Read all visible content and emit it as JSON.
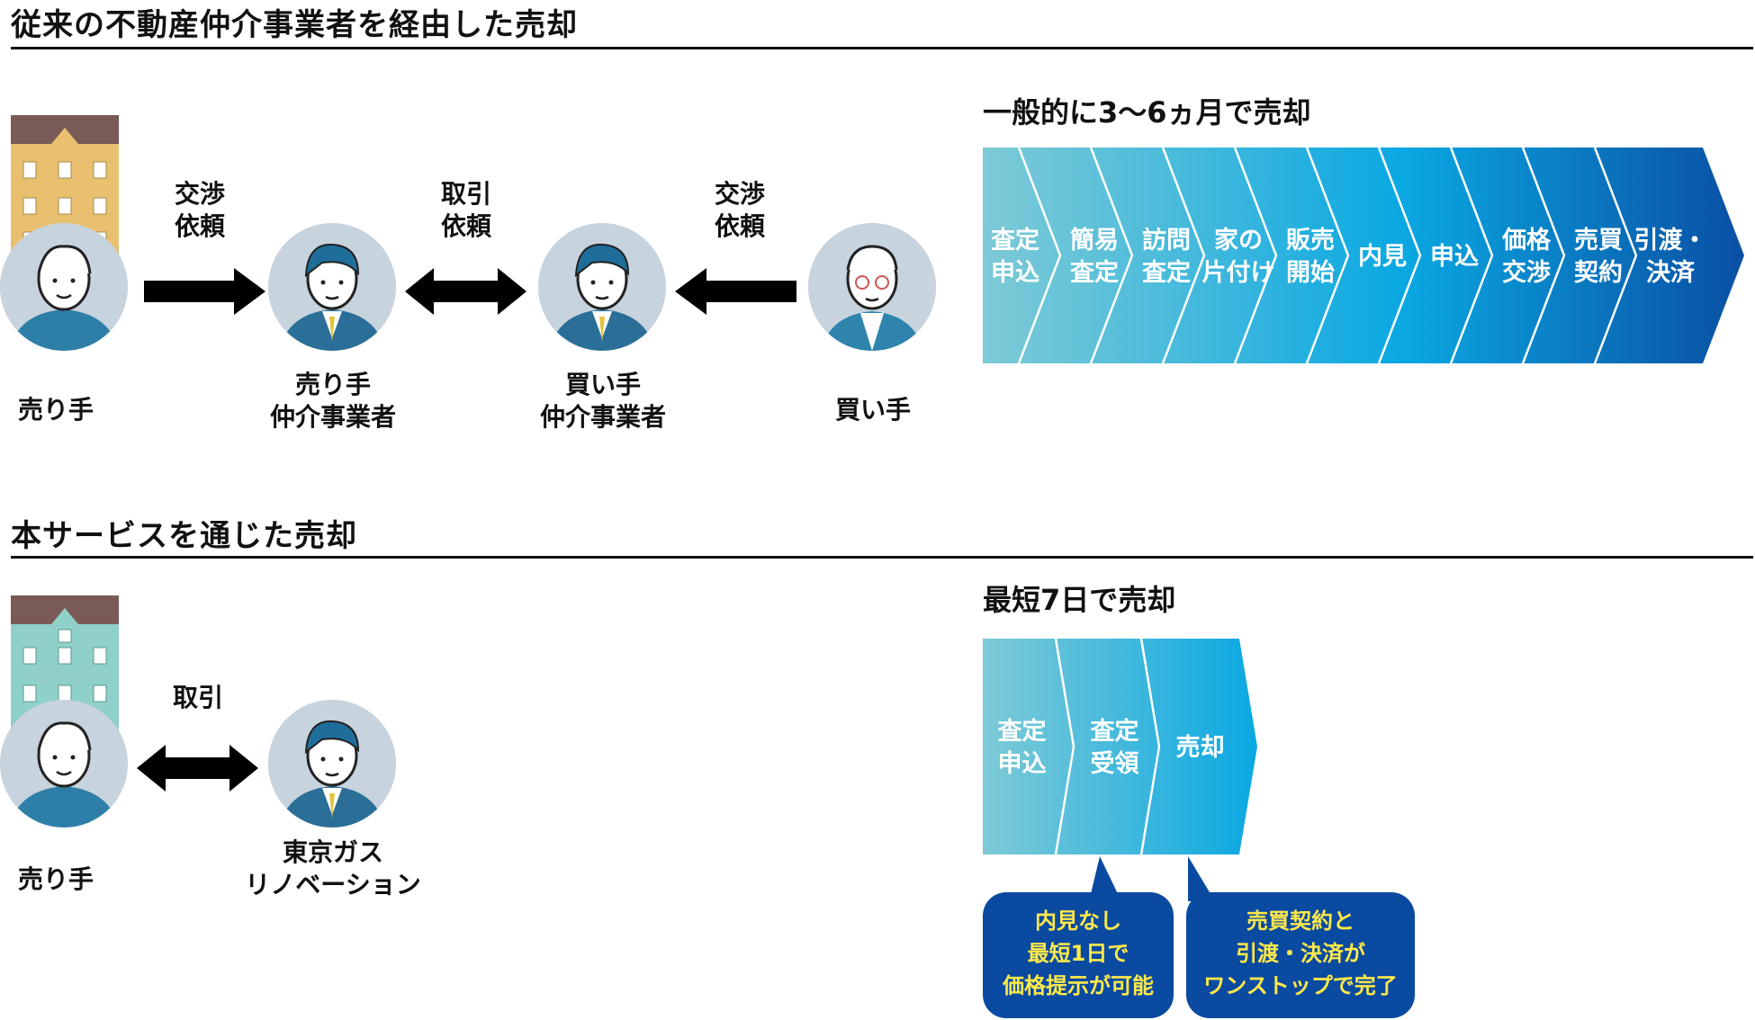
{
  "traditional": {
    "title": "従来の不動産仲介事業者を経由した売却",
    "nodes": [
      {
        "label_1": "売り手",
        "label_2": ""
      },
      {
        "label_1": "売り手",
        "label_2": "仲介事業者"
      },
      {
        "label_1": "買い手",
        "label_2": "仲介事業者"
      },
      {
        "label_1": "買い手",
        "label_2": ""
      }
    ],
    "arrows": [
      {
        "line1": "交渉",
        "line2": "依頼"
      },
      {
        "line1": "取引",
        "line2": "依頼"
      },
      {
        "line1": "交渉",
        "line2": "依頼"
      }
    ],
    "flow_title": "一般的に3〜6ヵ月で売却",
    "steps": [
      {
        "l1": "査定",
        "l2": "申込"
      },
      {
        "l1": "簡易",
        "l2": "査定"
      },
      {
        "l1": "訪問",
        "l2": "査定"
      },
      {
        "l1": "家の",
        "l2": "片付け"
      },
      {
        "l1": "販売",
        "l2": "開始"
      },
      {
        "l1": "内見",
        "l2": ""
      },
      {
        "l1": "申込",
        "l2": ""
      },
      {
        "l1": "価格",
        "l2": "交渉"
      },
      {
        "l1": "売買",
        "l2": "契約"
      },
      {
        "l1": "引渡・",
        "l2": "決済"
      }
    ]
  },
  "service": {
    "title": "本サービスを通じた売却",
    "nodes": [
      {
        "label_1": "売り手",
        "label_2": ""
      },
      {
        "label_1": "東京ガス",
        "label_2": "リノベーション"
      }
    ],
    "arrow": {
      "line1": "取引"
    },
    "flow_title": "最短7日で売却",
    "steps": [
      {
        "l1": "査定",
        "l2": "申込"
      },
      {
        "l1": "査定",
        "l2": "受領"
      },
      {
        "l1": "売却",
        "l2": ""
      }
    ],
    "bubbles": [
      {
        "lines": [
          "内見なし",
          "最短1日で",
          "価格提示が可能"
        ]
      },
      {
        "lines": [
          "売買契約と",
          "引渡・決済が",
          "ワンストップで完了"
        ]
      }
    ]
  },
  "colors": {
    "gradient_start": "#7ecad6",
    "gradient_mid": "#0aa8e2",
    "gradient_end": "#0a4fa3",
    "bubble_bg": "#0a4aa0",
    "bubble_text": "#ffe94a",
    "building_1": "#e8c070",
    "building_2": "#8fd0c8",
    "roof": "#7a5a56"
  }
}
